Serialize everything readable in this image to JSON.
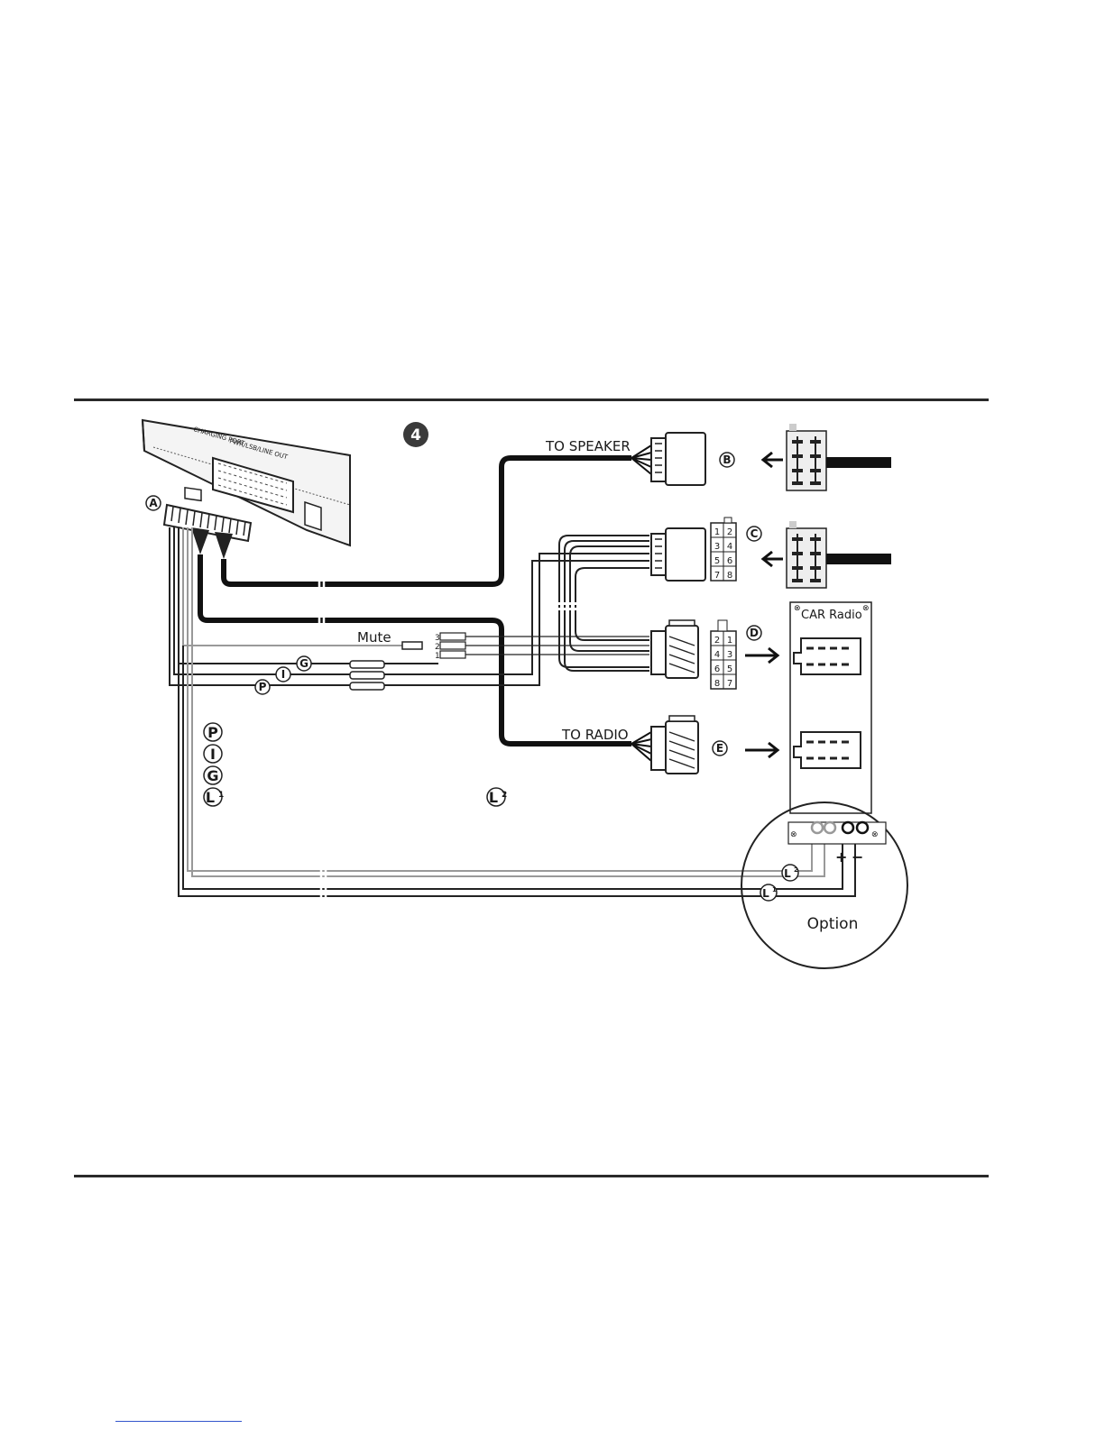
{
  "diagram": {
    "step_number": "4",
    "labels": {
      "to_speaker": "TO SPEAKER",
      "to_radio": "TO RADIO",
      "mute": "Mute",
      "car_radio": "CAR Radio",
      "option": "Option"
    },
    "device": {
      "charging_port": "CHARGING PORT",
      "pwr_lsb_line_out": "PWR/LSB/LINE OUT"
    },
    "connectors": {
      "a": "A",
      "b": "B",
      "c": "C",
      "d": "D",
      "e": "E"
    },
    "wires": {
      "p": "P",
      "i": "I",
      "g": "G",
      "l1": "L",
      "l1_sup": "1",
      "l2": "L",
      "l2_sup": "2"
    },
    "legend": [
      {
        "letter": "P",
        "sup": ""
      },
      {
        "letter": "I",
        "sup": ""
      },
      {
        "letter": "G",
        "sup": ""
      },
      {
        "letter": "L",
        "sup": "1"
      }
    ],
    "mute_pins": [
      "3",
      "2",
      "1"
    ],
    "pinout_c": [
      "1",
      "2",
      "3",
      "4",
      "5",
      "6",
      "7",
      "8"
    ],
    "pinout_d": [
      "2",
      "1",
      "4",
      "3",
      "6",
      "5",
      "8",
      "7"
    ],
    "polarity": {
      "plus": "+",
      "minus": "−"
    }
  }
}
